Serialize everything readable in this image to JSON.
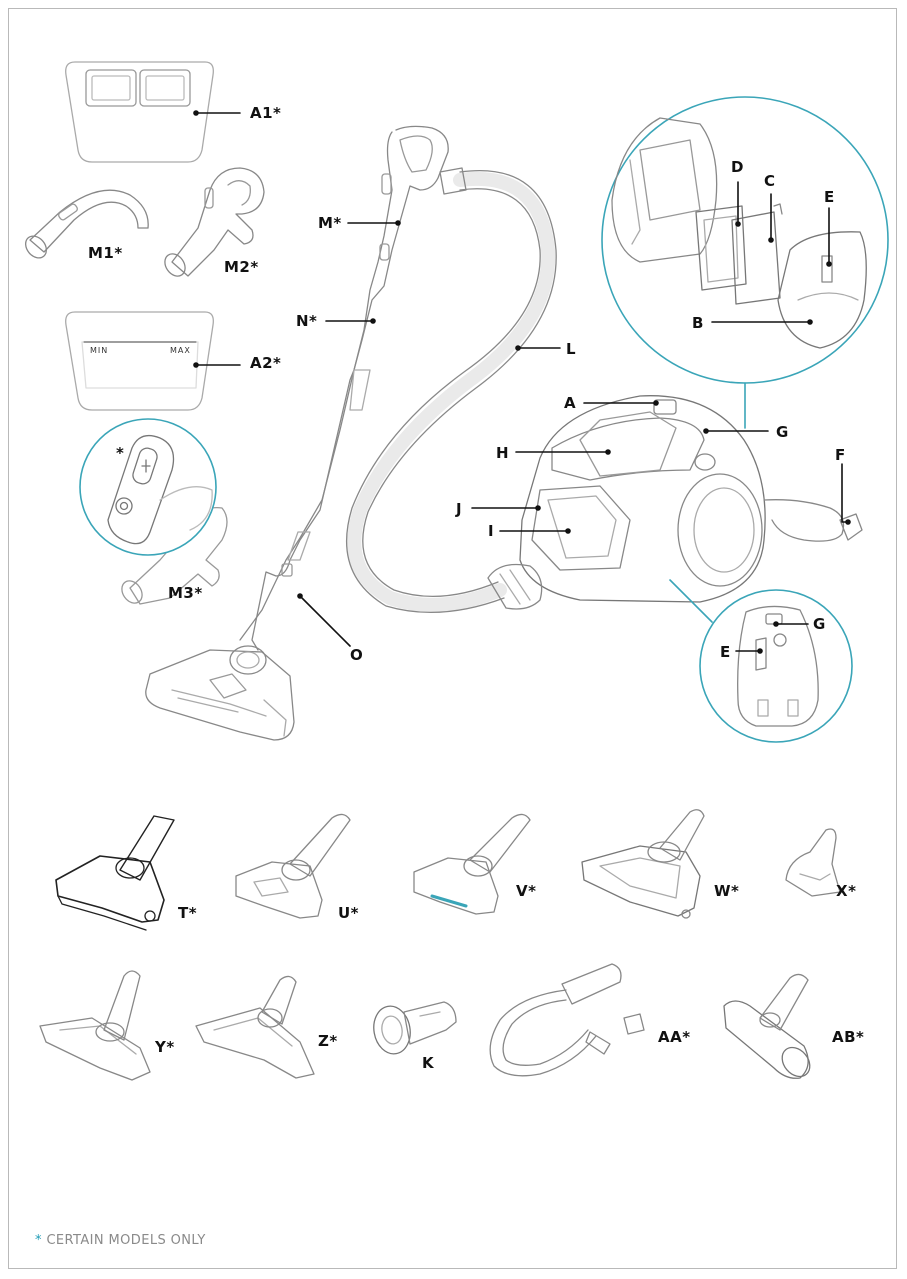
{
  "labels": {
    "A1": "A1*",
    "M1": "M1*",
    "M2": "M2*",
    "A2": "A2*",
    "M3": "M3*",
    "M3star": "*",
    "M": "M*",
    "N": "N*",
    "O": "O",
    "L": "L",
    "A": "A",
    "H": "H",
    "J": "J",
    "I": "I",
    "G": "G",
    "F": "F",
    "D": "D",
    "C": "C",
    "E": "E",
    "B": "B",
    "G2": "G",
    "E2": "E",
    "T": "T*",
    "U": "U*",
    "V": "V*",
    "W": "W*",
    "X": "X*",
    "Y": "Y*",
    "Z": "Z*",
    "K": "K",
    "AA": "AA*",
    "AB": "AB*"
  },
  "gauge": {
    "min": "MIN",
    "max": "MAX"
  },
  "footnote": {
    "star": "*",
    "text": "CERTAIN MODELS ONLY"
  },
  "colors": {
    "callout": "#3aa5b8",
    "line": "#5a5a5a",
    "label": "#111111"
  }
}
